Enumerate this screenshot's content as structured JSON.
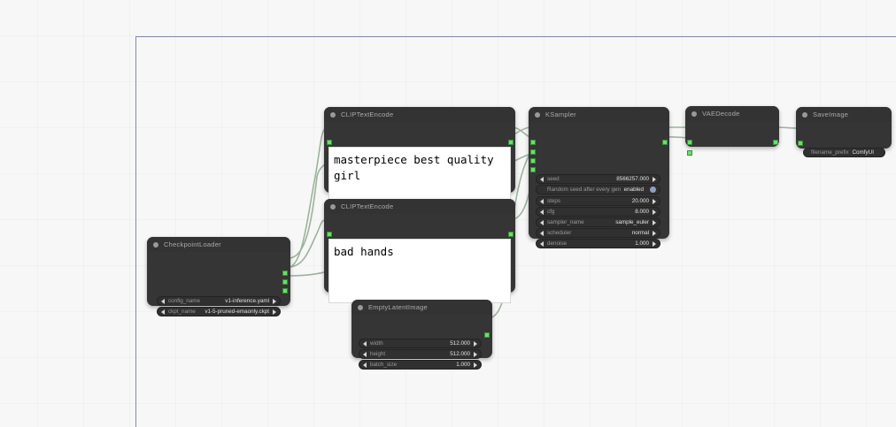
{
  "app": {
    "name": "ComfyUI node graph",
    "canvas_background": "#f7f7f7",
    "node_background": "#353535",
    "node_title_background": "#333333",
    "slot_color": "#67e067",
    "link_color": "#9cb39c",
    "viewport_border_color": "#8189ab"
  },
  "nodes": [
    {
      "id": "checkpointloader",
      "title": "CheckpointLoader",
      "widgets": [
        {
          "name": "config_name",
          "value": "v1-inference.yaml"
        },
        {
          "name": "ckpt_name",
          "value": "v1-5-pruned-emaonly.ckpt"
        }
      ]
    },
    {
      "id": "cliptextencode-positive",
      "title": "CLIPTextEncode",
      "text": "masterpiece best quality\ngirl"
    },
    {
      "id": "cliptextencode-negative",
      "title": "CLIPTextEncode",
      "text": "bad hands"
    },
    {
      "id": "emptylatentimage",
      "title": "EmptyLatentImage",
      "widgets": [
        {
          "name": "width",
          "value": "512.000"
        },
        {
          "name": "height",
          "value": "512.000"
        },
        {
          "name": "batch_size",
          "value": "1.000"
        }
      ]
    },
    {
      "id": "ksampler",
      "title": "KSampler",
      "widgets": [
        {
          "name": "seed",
          "value": "8566257.000"
        },
        {
          "name": "Random seed after every gen",
          "value": "enabled"
        },
        {
          "name": "steps",
          "value": "20.000"
        },
        {
          "name": "cfg",
          "value": "8.000"
        },
        {
          "name": "sampler_name",
          "value": "sample_euler"
        },
        {
          "name": "scheduler",
          "value": "normal"
        },
        {
          "name": "denoise",
          "value": "1.000"
        }
      ]
    },
    {
      "id": "vaedecode",
      "title": "VAEDecode"
    },
    {
      "id": "saveimage",
      "title": "SaveImage",
      "widgets": [
        {
          "name": "filename_prefix",
          "value": "ComfyUI"
        }
      ]
    }
  ],
  "checkpointloader": {
    "title": "CheckpointLoader",
    "widgets": [
      {
        "name": "config_name",
        "value": "v1-inference.yaml"
      },
      {
        "name": "ckpt_name",
        "value": "v1-5-pruned-emaonly.ckpt"
      }
    ]
  },
  "positive_prompt": {
    "title": "CLIPTextEncode",
    "text": "masterpiece best quality\ngirl"
  },
  "negative_prompt": {
    "title": "CLIPTextEncode",
    "text": "bad hands"
  },
  "emptylatentimage": {
    "title": "EmptyLatentImage",
    "widgets": [
      {
        "name": "width",
        "value": "512.000"
      },
      {
        "name": "height",
        "value": "512.000"
      },
      {
        "name": "batch_size",
        "value": "1.000"
      }
    ]
  },
  "ksampler": {
    "title": "KSampler",
    "widgets": [
      {
        "name": "seed",
        "value": "8566257.000"
      },
      {
        "name": "Random seed after every gen",
        "value": "enabled"
      },
      {
        "name": "steps",
        "value": "20.000"
      },
      {
        "name": "cfg",
        "value": "8.000"
      },
      {
        "name": "sampler_name",
        "value": "sample_euler"
      },
      {
        "name": "scheduler",
        "value": "normal"
      },
      {
        "name": "denoise",
        "value": "1.000"
      }
    ]
  },
  "vaedecode": {
    "title": "VAEDecode"
  },
  "saveimage": {
    "title": "SaveImage",
    "widgets": [
      {
        "name": "filename_prefix",
        "value": "ComfyUI"
      }
    ]
  }
}
